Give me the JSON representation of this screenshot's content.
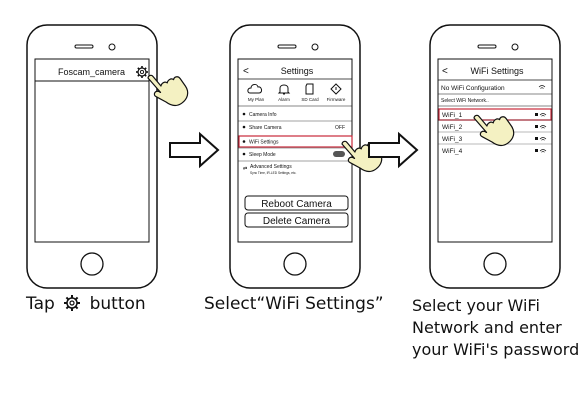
{
  "phone1": {
    "device_label": "Foscam_camera"
  },
  "phone2": {
    "title": "Settings",
    "back": "<",
    "tiles": [
      {
        "label": "My Plan",
        "icon": "cloud-icon"
      },
      {
        "label": "Alarm",
        "icon": "bell-icon"
      },
      {
        "label": "SD Card",
        "icon": "sd-card-icon"
      },
      {
        "label": "Firmware",
        "icon": "firmware-icon"
      }
    ],
    "rows": {
      "camera_info": "Camera Info",
      "share_camera": "Share Camera",
      "share_value": "OFF",
      "wifi_settings": "WiFi Settings",
      "sleep_mode": "Sleep Mode",
      "advanced": "Advanced Settings",
      "advanced_sub": "Sync Time, IR-LED Settings, etc."
    },
    "buttons": {
      "reboot": "Reboot Camera",
      "delete": "Delete Camera"
    }
  },
  "phone3": {
    "title": "WiFi Settings",
    "back": "<",
    "status": "No WiFi Configuration",
    "select_label": "Select WiFi Network..",
    "networks": [
      "WiFi_1",
      "WiFi_2",
      "WiFi_3",
      "WiFi_4"
    ]
  },
  "captions": {
    "step1_before": "Tap",
    "step1_after": "button",
    "step2": "Select“WiFi Settings”",
    "step3": [
      "Select your WiFi",
      "Network and enter",
      "your WiFi's password"
    ]
  }
}
